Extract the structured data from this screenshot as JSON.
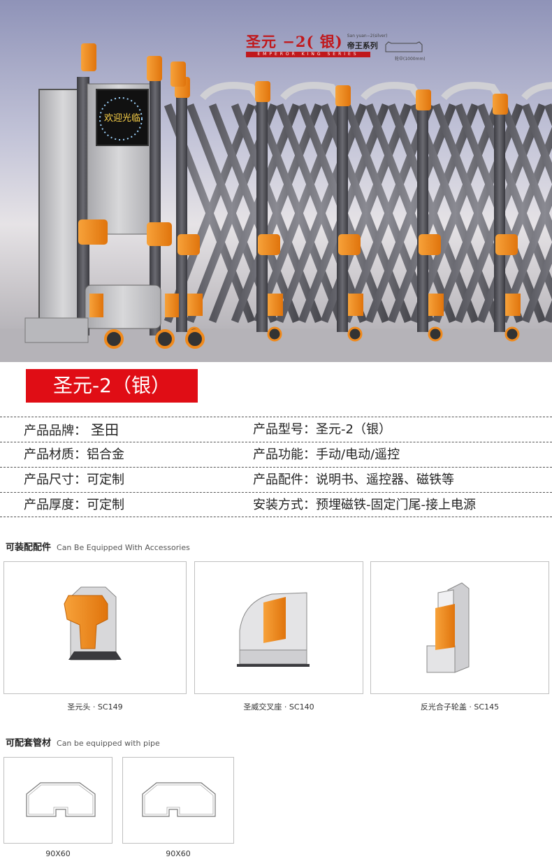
{
  "hero": {
    "series_title": "圣元 −2( 银)",
    "series_pinyin": "San yuan−2(silver)",
    "series_cn": "帝王系列",
    "series_en": "EMPEROR KING SERIES",
    "profile_label": "轮中(1000mm)",
    "sign_text": "欢迎光临",
    "colors": {
      "accent_orange": "#f08a1c",
      "frame_dark": "#4d4d52",
      "brand_red": "#c0181c"
    }
  },
  "product_title": "圣元-2（银）",
  "specs": [
    {
      "left_label": "产品品牌：",
      "left_value": "圣田",
      "right_label": "产品型号：",
      "right_value": "圣元-2（银）"
    },
    {
      "left_label": "产品材质：",
      "left_value": "铝合金",
      "right_label": "产品功能：",
      "right_value": "手动/电动/遥控"
    },
    {
      "left_label": "产品尺寸：",
      "left_value": "可定制",
      "right_label": "产品配件：",
      "right_value": "说明书、遥控器、磁铁等"
    },
    {
      "left_label": "产品厚度：",
      "left_value": "可定制",
      "right_label": "安装方式：",
      "right_value": "预埋磁铁-固定门尾-接上电源"
    }
  ],
  "accessories": {
    "title_cn": "可装配配件",
    "title_en": "Can Be Equipped With Accessories",
    "items": [
      {
        "caption": "圣元头 · SC149",
        "icon": "gate-head-icon"
      },
      {
        "caption": "圣威交叉座 · SC140",
        "icon": "cross-seat-icon"
      },
      {
        "caption": "反光合子轮盖 · SC145",
        "icon": "wheel-cover-icon"
      }
    ]
  },
  "pipes": {
    "title_cn": "可配套管材",
    "title_en": "Can be equipped with pipe",
    "items": [
      {
        "caption": "90X60",
        "icon": "pipe-profile-icon"
      },
      {
        "caption": "90X60",
        "icon": "pipe-profile-icon"
      }
    ]
  }
}
